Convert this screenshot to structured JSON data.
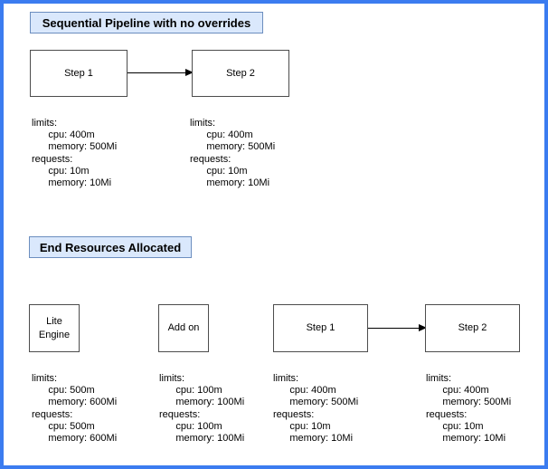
{
  "colors": {
    "frame_blue": "#3b7cf0",
    "title_fill": "#dae8fc",
    "title_border": "#6c8ebf",
    "node_border": "#4d4d4d",
    "text": "#000000"
  },
  "sections": [
    {
      "title": "Sequential Pipeline with no overrides",
      "nodes": [
        {
          "label": "Step 1",
          "resources": "limits:\n      cpu: 400m\n      memory: 500Mi\nrequests:\n      cpu: 10m\n      memory: 10Mi"
        },
        {
          "label": "Step 2",
          "resources": "limits:\n      cpu: 400m\n      memory: 500Mi\nrequests:\n      cpu: 10m\n      memory: 10Mi"
        }
      ]
    },
    {
      "title": "End Resources Allocated",
      "nodes": [
        {
          "label": "Lite\nEngine",
          "resources": "limits:\n      cpu: 500m\n      memory: 600Mi\nrequests:\n      cpu: 500m\n      memory: 600Mi"
        },
        {
          "label": "Add on",
          "resources": "limits:\n      cpu: 100m\n      memory: 100Mi\nrequests:\n      cpu: 100m\n      memory: 100Mi"
        },
        {
          "label": "Step 1",
          "resources": "limits:\n      cpu: 400m\n      memory: 500Mi\nrequests:\n      cpu: 10m\n      memory: 10Mi"
        },
        {
          "label": "Step 2",
          "resources": "limits:\n      cpu: 400m\n      memory: 500Mi\nrequests:\n      cpu: 10m\n      memory: 10Mi"
        }
      ]
    }
  ]
}
